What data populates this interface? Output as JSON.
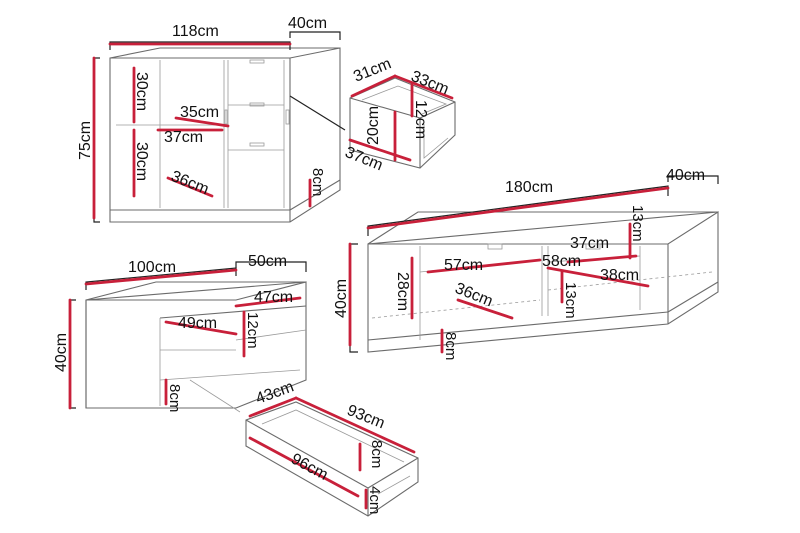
{
  "colors": {
    "dimension_accent": "#c8203a",
    "furniture_outline": "#6b6b6b",
    "background": "#ffffff"
  },
  "sideboard": {
    "width": "118cm",
    "depth": "40cm",
    "height": "75cm",
    "shelf_height_upper": "30cm",
    "shelf_height_lower": "30cm",
    "shelf_width": "35cm",
    "shelf_depth": "37cm",
    "bottom_width": "36cm",
    "plinth": "8cm"
  },
  "sideboard_drawer": {
    "width": "31cm",
    "depth": "33cm",
    "height": "12cm",
    "inner_height": "20cm",
    "length": "37cm"
  },
  "tv_stand_large": {
    "width": "180cm",
    "depth": "40cm",
    "height": "40cm",
    "top_gap": "13cm",
    "inner_depth": "37cm",
    "compartment_height": "28cm",
    "compartment_width": "57cm",
    "middle_width": "58cm",
    "right_depth": "38cm",
    "bottom_depth": "36cm",
    "right_height": "13cm",
    "plinth": "8cm"
  },
  "tv_stand_small": {
    "width": "100cm",
    "depth": "50cm",
    "height": "40cm",
    "shelf_depth": "47cm",
    "shelf_width": "49cm",
    "shelf_height": "12cm",
    "plinth": "8cm"
  },
  "tv_stand_small_drawer": {
    "width": "43cm",
    "length": "93cm",
    "height": "8cm",
    "depth": "96cm",
    "bottom": "4cm"
  }
}
